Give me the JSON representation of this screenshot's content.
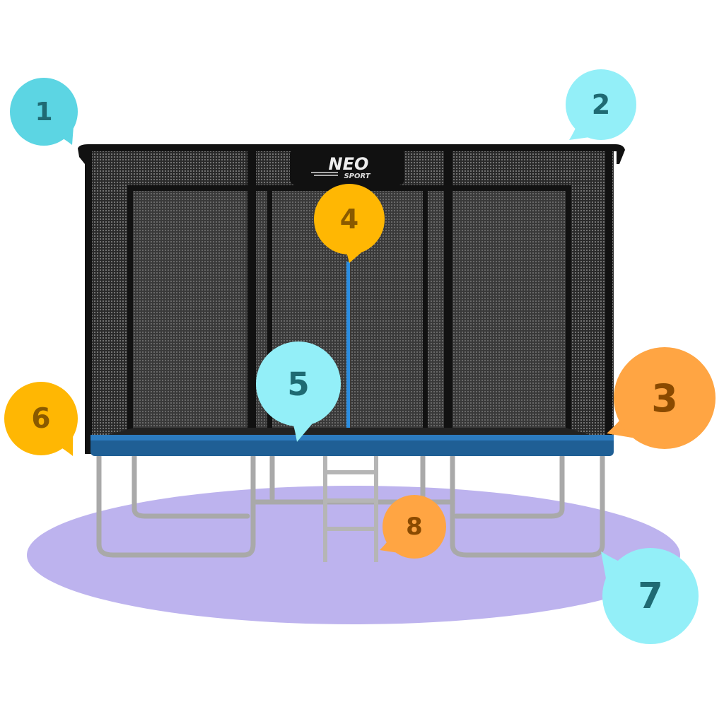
{
  "product": {
    "brand": "NEO",
    "brand_sub": "SPORT"
  },
  "colors": {
    "cyan": "#5cd5e3",
    "light_cyan": "#93eff8",
    "orange": "#ffa543",
    "yellow": "#ffb703",
    "ground": "#bdb3ee",
    "pad": "#1f5f95"
  },
  "callouts": [
    {
      "label": "1",
      "color": "#5cd5e3",
      "text_color": "#1f6a73"
    },
    {
      "label": "2",
      "color": "#93eff8",
      "text_color": "#1f6a73"
    },
    {
      "label": "3",
      "color": "#ffa543",
      "text_color": "#8a4a00"
    },
    {
      "label": "4",
      "color": "#ffb703",
      "text_color": "#8a5a00"
    },
    {
      "label": "5",
      "color": "#93eff8",
      "text_color": "#1f6a73"
    },
    {
      "label": "6",
      "color": "#ffb703",
      "text_color": "#8a5a00"
    },
    {
      "label": "7",
      "color": "#93eff8",
      "text_color": "#1f6a73"
    },
    {
      "label": "8",
      "color": "#ffa543",
      "text_color": "#8a4a00"
    }
  ]
}
